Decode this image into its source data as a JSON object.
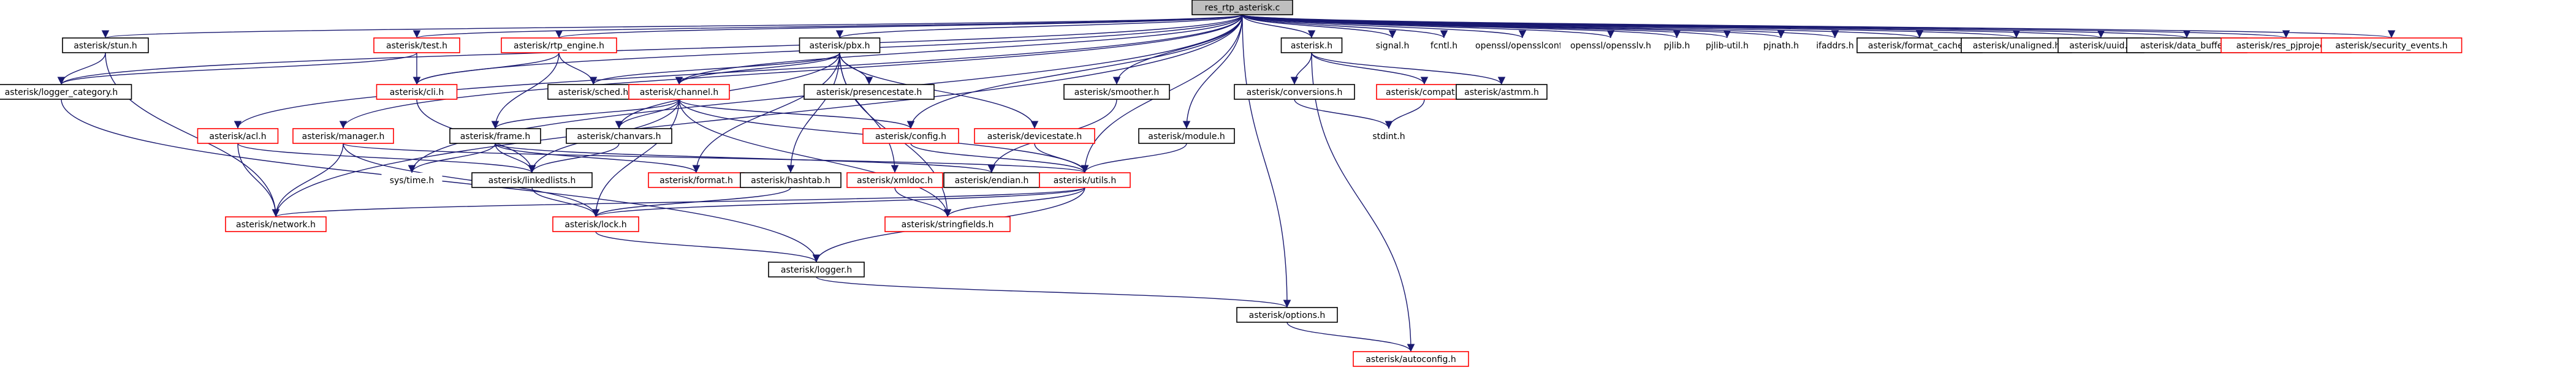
{
  "colors": {
    "edge": "#191970",
    "black_border": "#000000",
    "red_border": "#ff0000",
    "root_fill": "#bfbfbf",
    "node_fill": "#ffffff"
  },
  "nodes": [
    {
      "id": "res_rtp_asterisk",
      "label": "res_rtp_asterisk.c",
      "style": "root"
    },
    {
      "id": "stun",
      "label": "asterisk/stun.h",
      "style": "black"
    },
    {
      "id": "test",
      "label": "asterisk/test.h",
      "style": "red"
    },
    {
      "id": "rtp_engine",
      "label": "asterisk/rtp_engine.h",
      "style": "red"
    },
    {
      "id": "pbx",
      "label": "asterisk/pbx.h",
      "style": "black"
    },
    {
      "id": "asterisk_h",
      "label": "asterisk.h",
      "style": "black"
    },
    {
      "id": "signal",
      "label": "signal.h",
      "style": "plain"
    },
    {
      "id": "fcntl",
      "label": "fcntl.h",
      "style": "plain"
    },
    {
      "id": "opensslconf",
      "label": "openssl/opensslconf.h",
      "style": "plain"
    },
    {
      "id": "opensslv",
      "label": "openssl/opensslv.h",
      "style": "plain"
    },
    {
      "id": "pjlib",
      "label": "pjlib.h",
      "style": "plain"
    },
    {
      "id": "pjlib_util",
      "label": "pjlib-util.h",
      "style": "plain"
    },
    {
      "id": "pjnath",
      "label": "pjnath.h",
      "style": "plain"
    },
    {
      "id": "ifaddrs",
      "label": "ifaddrs.h",
      "style": "plain"
    },
    {
      "id": "format_cache",
      "label": "asterisk/format_cache.h",
      "style": "black"
    },
    {
      "id": "unaligned",
      "label": "asterisk/unaligned.h",
      "style": "black"
    },
    {
      "id": "uuid",
      "label": "asterisk/uuid.h",
      "style": "black"
    },
    {
      "id": "data_buffer",
      "label": "asterisk/data_buffer.h",
      "style": "black"
    },
    {
      "id": "res_pjproject",
      "label": "asterisk/res_pjproject.h",
      "style": "red"
    },
    {
      "id": "security_events",
      "label": "asterisk/security_events.h",
      "style": "red"
    },
    {
      "id": "logger_category",
      "label": "asterisk/logger_category.h",
      "style": "black"
    },
    {
      "id": "cli",
      "label": "asterisk/cli.h",
      "style": "red"
    },
    {
      "id": "sched",
      "label": "asterisk/sched.h",
      "style": "black"
    },
    {
      "id": "channel",
      "label": "asterisk/channel.h",
      "style": "red"
    },
    {
      "id": "presencestate",
      "label": "asterisk/presencestate.h",
      "style": "black"
    },
    {
      "id": "smoother",
      "label": "asterisk/smoother.h",
      "style": "black"
    },
    {
      "id": "conversions",
      "label": "asterisk/conversions.h",
      "style": "black"
    },
    {
      "id": "compat",
      "label": "asterisk/compat.h",
      "style": "red"
    },
    {
      "id": "astmm",
      "label": "asterisk/astmm.h",
      "style": "black"
    },
    {
      "id": "acl",
      "label": "asterisk/acl.h",
      "style": "red"
    },
    {
      "id": "manager",
      "label": "asterisk/manager.h",
      "style": "red"
    },
    {
      "id": "frame",
      "label": "asterisk/frame.h",
      "style": "black"
    },
    {
      "id": "chanvars",
      "label": "asterisk/chanvars.h",
      "style": "black"
    },
    {
      "id": "config",
      "label": "asterisk/config.h",
      "style": "red"
    },
    {
      "id": "devicestate",
      "label": "asterisk/devicestate.h",
      "style": "red"
    },
    {
      "id": "module",
      "label": "asterisk/module.h",
      "style": "black"
    },
    {
      "id": "stdint",
      "label": "stdint.h",
      "style": "plain"
    },
    {
      "id": "systime",
      "label": "sys/time.h",
      "style": "plain"
    },
    {
      "id": "linkedlists",
      "label": "asterisk/linkedlists.h",
      "style": "black"
    },
    {
      "id": "format",
      "label": "asterisk/format.h",
      "style": "red"
    },
    {
      "id": "hashtab",
      "label": "asterisk/hashtab.h",
      "style": "black"
    },
    {
      "id": "xmldoc",
      "label": "asterisk/xmldoc.h",
      "style": "red"
    },
    {
      "id": "endian",
      "label": "asterisk/endian.h",
      "style": "black"
    },
    {
      "id": "utils",
      "label": "asterisk/utils.h",
      "style": "red"
    },
    {
      "id": "network",
      "label": "asterisk/network.h",
      "style": "red"
    },
    {
      "id": "lock",
      "label": "asterisk/lock.h",
      "style": "red"
    },
    {
      "id": "stringfields",
      "label": "asterisk/stringfields.h",
      "style": "red"
    },
    {
      "id": "logger",
      "label": "asterisk/logger.h",
      "style": "black"
    },
    {
      "id": "options",
      "label": "asterisk/options.h",
      "style": "black"
    },
    {
      "id": "autoconfig",
      "label": "asterisk/autoconfig.h",
      "style": "red"
    }
  ],
  "edges": [
    [
      "res_rtp_asterisk",
      "stun"
    ],
    [
      "res_rtp_asterisk",
      "test"
    ],
    [
      "res_rtp_asterisk",
      "rtp_engine"
    ],
    [
      "res_rtp_asterisk",
      "pbx"
    ],
    [
      "res_rtp_asterisk",
      "asterisk_h"
    ],
    [
      "res_rtp_asterisk",
      "signal"
    ],
    [
      "res_rtp_asterisk",
      "fcntl"
    ],
    [
      "res_rtp_asterisk",
      "opensslconf"
    ],
    [
      "res_rtp_asterisk",
      "opensslv"
    ],
    [
      "res_rtp_asterisk",
      "pjlib"
    ],
    [
      "res_rtp_asterisk",
      "pjlib_util"
    ],
    [
      "res_rtp_asterisk",
      "pjnath"
    ],
    [
      "res_rtp_asterisk",
      "ifaddrs"
    ],
    [
      "res_rtp_asterisk",
      "format_cache"
    ],
    [
      "res_rtp_asterisk",
      "unaligned"
    ],
    [
      "res_rtp_asterisk",
      "uuid"
    ],
    [
      "res_rtp_asterisk",
      "data_buffer"
    ],
    [
      "res_rtp_asterisk",
      "res_pjproject"
    ],
    [
      "res_rtp_asterisk",
      "security_events"
    ],
    [
      "res_rtp_asterisk",
      "logger_category"
    ],
    [
      "res_rtp_asterisk",
      "cli"
    ],
    [
      "res_rtp_asterisk",
      "channel"
    ],
    [
      "res_rtp_asterisk",
      "acl"
    ],
    [
      "res_rtp_asterisk",
      "manager"
    ],
    [
      "res_rtp_asterisk",
      "config"
    ],
    [
      "res_rtp_asterisk",
      "module"
    ],
    [
      "res_rtp_asterisk",
      "systime"
    ],
    [
      "res_rtp_asterisk",
      "utils"
    ],
    [
      "res_rtp_asterisk",
      "network"
    ],
    [
      "res_rtp_asterisk",
      "smoother"
    ],
    [
      "res_rtp_asterisk",
      "options"
    ],
    [
      "stun",
      "logger_category"
    ],
    [
      "stun",
      "network"
    ],
    [
      "test",
      "cli"
    ],
    [
      "test",
      "logger_category"
    ],
    [
      "rtp_engine",
      "sched"
    ],
    [
      "rtp_engine",
      "frame"
    ],
    [
      "rtp_engine",
      "cli"
    ],
    [
      "pbx",
      "sched"
    ],
    [
      "pbx",
      "channel"
    ],
    [
      "pbx",
      "presencestate"
    ],
    [
      "pbx",
      "devicestate"
    ],
    [
      "pbx",
      "chanvars"
    ],
    [
      "pbx",
      "hashtab"
    ],
    [
      "pbx",
      "format"
    ],
    [
      "pbx",
      "stringfields"
    ],
    [
      "pbx",
      "xmldoc"
    ],
    [
      "asterisk_h",
      "conversions"
    ],
    [
      "asterisk_h",
      "compat"
    ],
    [
      "asterisk_h",
      "astmm"
    ],
    [
      "asterisk_h",
      "autoconfig"
    ],
    [
      "compat",
      "stdint"
    ],
    [
      "conversions",
      "stdint"
    ],
    [
      "cli",
      "linkedlists"
    ],
    [
      "channel",
      "frame"
    ],
    [
      "channel",
      "chanvars"
    ],
    [
      "channel",
      "config"
    ],
    [
      "channel",
      "linkedlists"
    ],
    [
      "channel",
      "lock"
    ],
    [
      "channel",
      "stringfields"
    ],
    [
      "channel",
      "utils"
    ],
    [
      "acl",
      "network"
    ],
    [
      "acl",
      "linkedlists"
    ],
    [
      "manager",
      "network"
    ],
    [
      "manager",
      "lock"
    ],
    [
      "manager",
      "utils"
    ],
    [
      "frame",
      "systime"
    ],
    [
      "frame",
      "linkedlists"
    ],
    [
      "frame",
      "format"
    ],
    [
      "frame",
      "endian"
    ],
    [
      "chanvars",
      "linkedlists"
    ],
    [
      "config",
      "utils"
    ],
    [
      "devicestate",
      "utils"
    ],
    [
      "module",
      "utils"
    ],
    [
      "smoother",
      "endian"
    ],
    [
      "hashtab",
      "lock"
    ],
    [
      "xmldoc",
      "stringfields"
    ],
    [
      "utils",
      "network"
    ],
    [
      "utils",
      "lock"
    ],
    [
      "utils",
      "stringfields"
    ],
    [
      "utils",
      "logger"
    ],
    [
      "linkedlists",
      "lock"
    ],
    [
      "lock",
      "logger"
    ],
    [
      "logger_category",
      "logger"
    ],
    [
      "logger",
      "options"
    ],
    [
      "options",
      "autoconfig"
    ]
  ]
}
